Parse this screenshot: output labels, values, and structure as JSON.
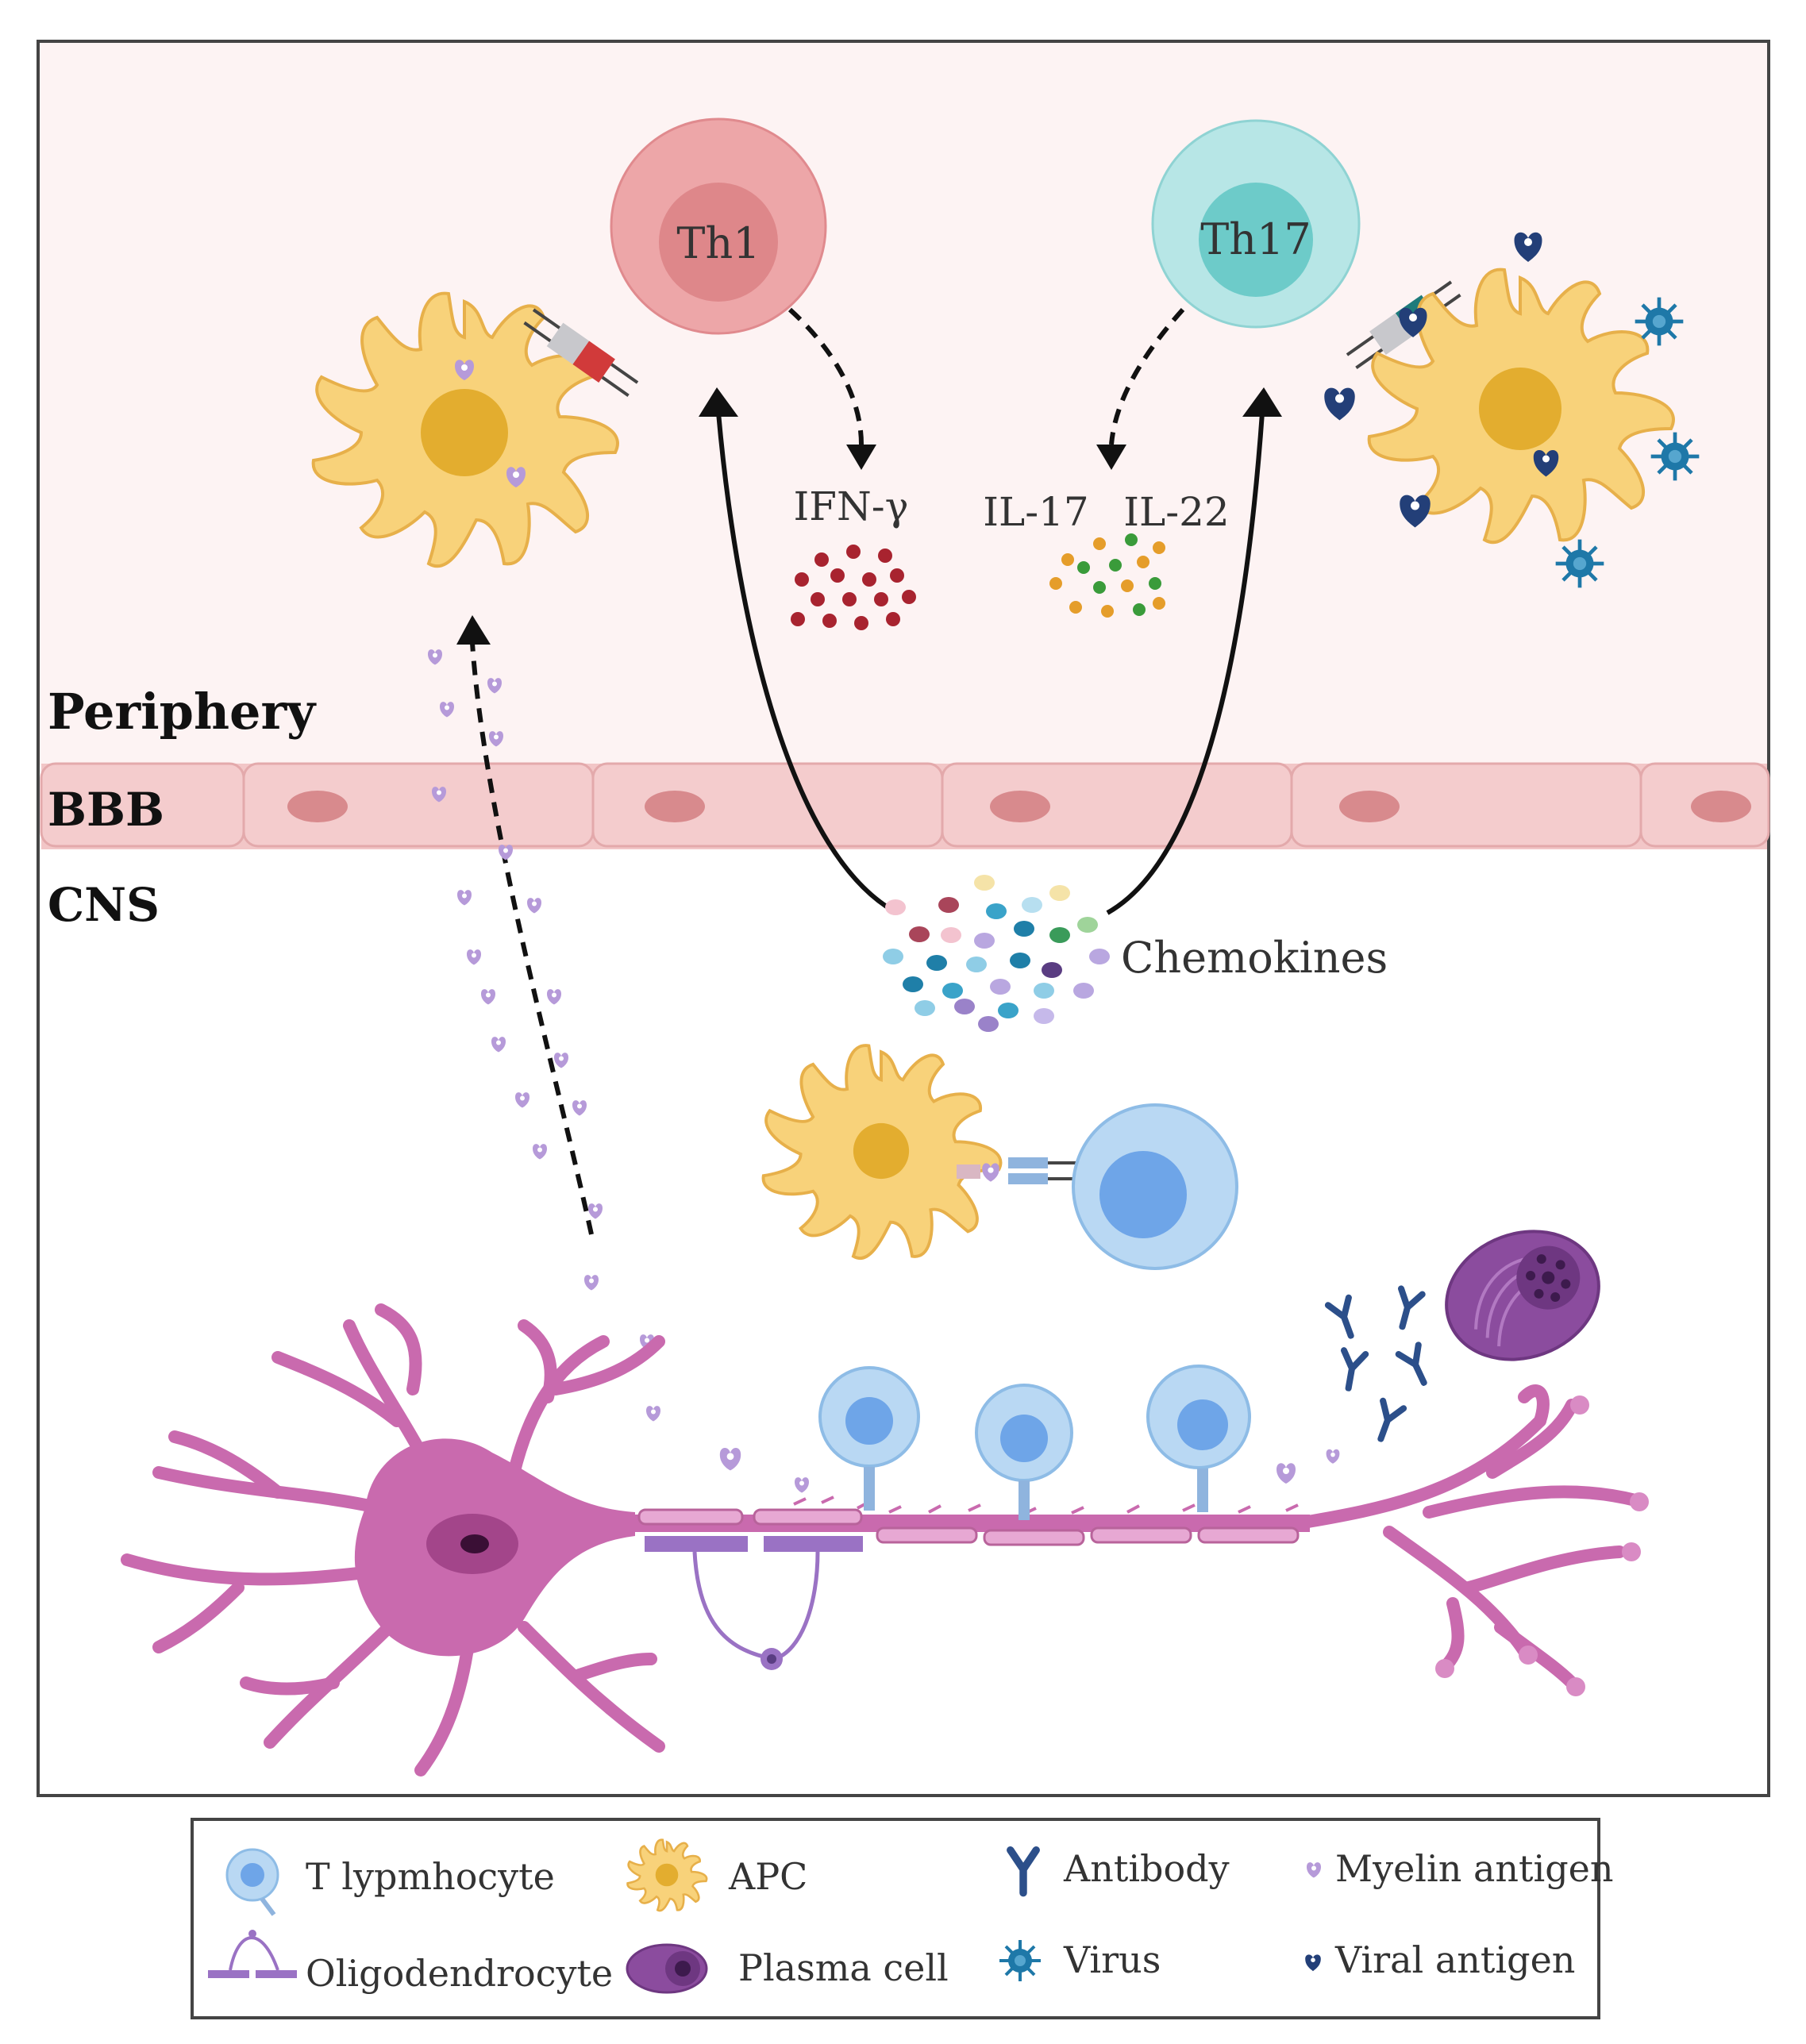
{
  "regions": {
    "periphery": "Periphery",
    "bbb": "BBB",
    "cns": "CNS"
  },
  "cells": {
    "th1": "Th1",
    "th17": "Th17"
  },
  "cytokines": {
    "ifn_gamma": "IFN-γ",
    "il17": "IL-17",
    "il22": "IL-22",
    "chemokines": "Chemokines"
  },
  "legend": {
    "t_lymphocyte": "T lypmhocyte",
    "apc": "APC",
    "antibody": "Antibody",
    "myelin_antigen": "Myelin antigen",
    "oligodendrocyte": "Oligodendrocyte",
    "plasma_cell": "Plasma cell",
    "virus": "Virus",
    "viral_antigen": "Viral antigen"
  },
  "colors": {
    "periphery_bg": "#fdf3f3",
    "bbb": "#f2c6c7",
    "th1": "#eda6a8",
    "th17": "#b7e6e6",
    "apc": "#f8d27a",
    "apc_nucleus": "#e3ad2f",
    "t_cell": "#b9d8f3",
    "t_cell_nucleus": "#6ea5e8",
    "neuron": "#c96aae",
    "myelin_antigen": "#b69ad9",
    "viral_antigen": "#233f78",
    "virus": "#1e78a8",
    "ifn_dots": "#a8232f",
    "plasma": "#8b4c9e"
  }
}
